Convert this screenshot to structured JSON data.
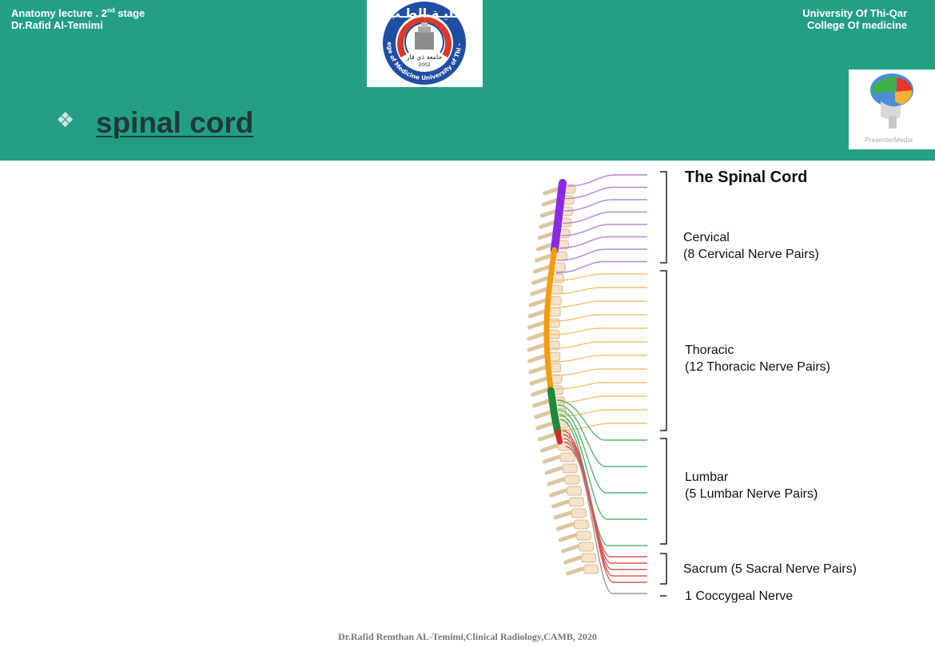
{
  "header": {
    "left_line1_pre": "Anatomy lecture . 2",
    "left_line1_sup": "nd",
    "left_line1_post": " stage",
    "left_line2": "Dr.Rafid Al-Temimi",
    "right_line1": "University Of Thi-Qar",
    "right_line2": "College Of  medicine"
  },
  "logo": {
    "arabic_title": "كليـة الطـب",
    "arabic_sub": "جامعة ذي قار",
    "year": "2002",
    "ring_text": "College of Medicine University of Thi - Qar"
  },
  "side_logo": {
    "brand": "PresenterMedia"
  },
  "slide": {
    "bullet": "❖",
    "title": "spinal cord"
  },
  "figure": {
    "title": "The Spinal Cord",
    "cervical": "Cervical",
    "cervical_sub": "(8 Cervical Nerve Pairs)",
    "thoracic": "Thoracic",
    "thoracic_sub": "(12 Thoracic Nerve Pairs)",
    "lumbar": "Lumbar",
    "lumbar_sub": "(5 Lumbar Nerve Pairs)",
    "sacrum": "Sacrum (5 Sacral Nerve Pairs)",
    "coccygeal": "1 Coccygeal Nerve",
    "colors": {
      "cervical": "#8a2be2",
      "thoracic": "#f39c12",
      "lumbar": "#1e8a3a",
      "sacral": "#d62828",
      "cervical_nerve": "#b886d6",
      "thoracic_nerve": "#f5c06a",
      "lumbar_nerve": "#55b570",
      "sacral_nerve": "#dd5555"
    }
  },
  "footer": {
    "text": "Dr.Rafid Remthan AL-Temimi,Clinical Radiology,CAMB, 2020"
  },
  "theme": {
    "header_bg": "#239f86",
    "title_color": "#1e3a36"
  }
}
